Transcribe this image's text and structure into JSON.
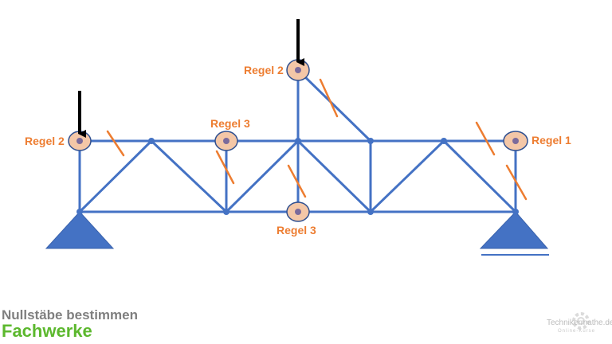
{
  "colors": {
    "member": "#4472c4",
    "node": "#4472c4",
    "support": "#4472c4",
    "highlight_fill": "#f4c7a7",
    "highlight_stroke": "#2f4f8f",
    "zero_mark": "#ed7d31",
    "label": "#ed7d31",
    "load": "#000000",
    "title": "#5cb82e",
    "subtitle": "#7f7f7f"
  },
  "labels": {
    "rule_top_left": "Regel 2",
    "rule_top": "Regel 2",
    "rule_mid": "Regel 3",
    "rule_bottom": "Regel 3",
    "rule_right": "Regel 1"
  },
  "footer": {
    "subtitle": "Nullstäbe bestimmen",
    "title": "Fachwerke"
  },
  "logo": {
    "text": "Technikermathe.de",
    "subtext": "Online-Kurse"
  }
}
